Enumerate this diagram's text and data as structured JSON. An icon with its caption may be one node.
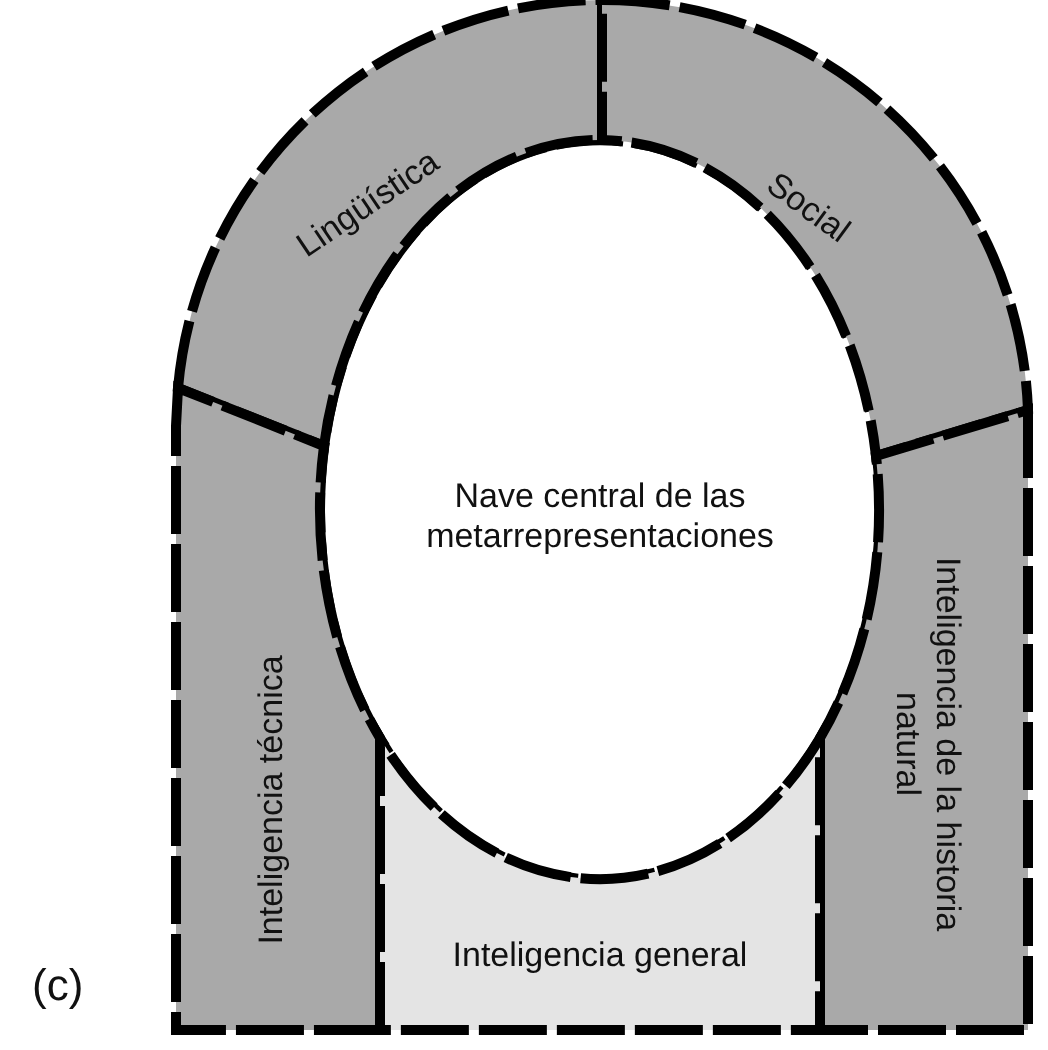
{
  "diagram": {
    "nodes": [
      {
        "text": [
          "Lingüística"
        ]
      },
      {
        "text": [
          "Social"
        ]
      },
      {
        "text": [
          "Inteligencia técnica"
        ]
      },
      {
        "text": [
          "Inteligencia de la historia natural"
        ]
      },
      {
        "text": [
          "Inteligencia general"
        ]
      },
      {
        "text": [
          "Nave central de las metarrepresentaciones"
        ]
      }
    ],
    "edges": [],
    "labels": [
      "(c)"
    ]
  }
}
